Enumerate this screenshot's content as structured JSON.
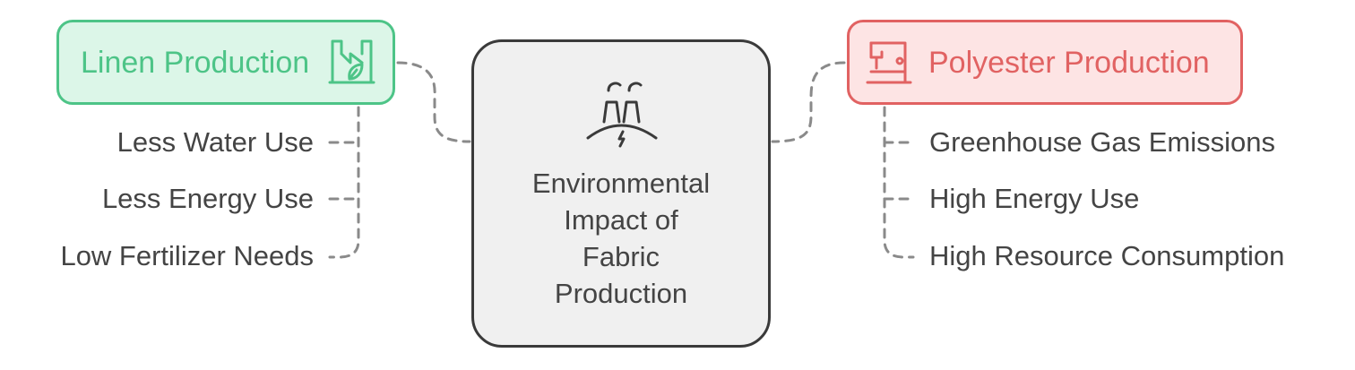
{
  "center": {
    "label_lines": [
      "Environmental",
      "Impact of",
      "Fabric",
      "Production"
    ],
    "icon": "factory-power-plant-icon"
  },
  "left": {
    "title": "Linen Production",
    "icon": "eco-factory-leaf-icon",
    "color": "#4dc487",
    "fill": "#dcf6e8",
    "items": [
      "Less Water Use",
      "Less Energy Use",
      "Low Fertilizer Needs"
    ]
  },
  "right": {
    "title": "Polyester Production",
    "icon": "sewing-machine-icon",
    "color": "#e16262",
    "fill": "#fde4e4",
    "items": [
      "Greenhouse Gas Emissions",
      "High Energy Use",
      "High Resource Consumption"
    ]
  },
  "colors": {
    "connector": "#8a8a8a",
    "text": "#444444",
    "center_border": "#3a3a3a",
    "center_fill": "#f0f0f0"
  }
}
